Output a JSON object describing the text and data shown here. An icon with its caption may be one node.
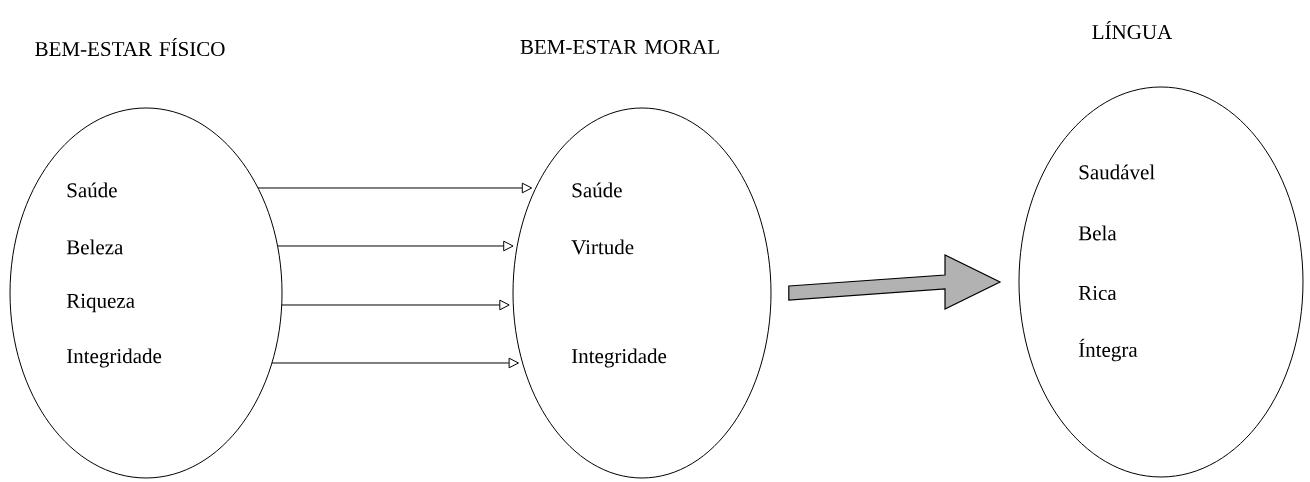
{
  "diagram": {
    "nodes": [
      {
        "text": [
          "BEM-ESTAR FÍSICO",
          "Saúde",
          "Beleza",
          "Riqueza",
          "Integridade"
        ]
      },
      {
        "text": [
          "BEM-ESTAR MORAL",
          "Saúde",
          "Virtude",
          "Integridade"
        ]
      },
      {
        "text": [
          "LÍNGUA",
          "Saudável",
          "Bela",
          "Rica",
          "Íntegra"
        ]
      }
    ],
    "edges": [
      {
        "from": 0,
        "to": 1,
        "arrow": "to"
      },
      {
        "from": 0,
        "to": 1,
        "arrow": "to"
      },
      {
        "from": 0,
        "to": 1,
        "arrow": "to"
      },
      {
        "from": 0,
        "to": 1,
        "arrow": "to"
      },
      {
        "from": 1,
        "to": 2,
        "arrow": "to",
        "style": "thick"
      }
    ]
  }
}
